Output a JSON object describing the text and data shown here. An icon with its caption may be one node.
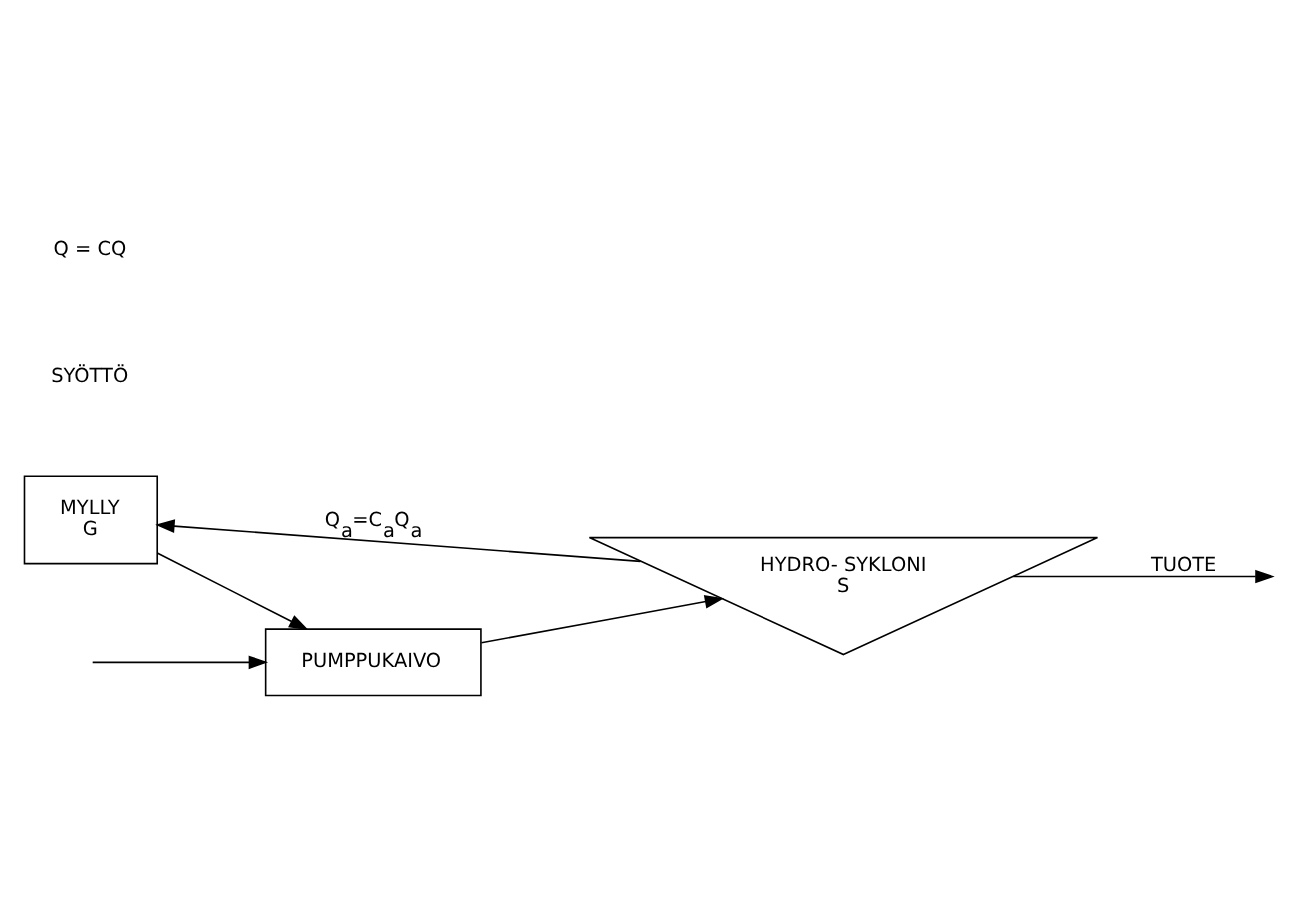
{
  "diagram": {
    "nodes": [
      {
        "text": [
          "MYLLY",
          "G"
        ]
      },
      {
        "text": [
          "HYDRO- SYKLONI",
          "S"
        ]
      },
      {
        "text": [
          "PUMPPUKAIVO"
        ]
      }
    ],
    "edges": [
      {
        "from": null,
        "to": 2,
        "arrow": "to"
      },
      {
        "from": 0,
        "to": 2,
        "arrow": "to"
      },
      {
        "from": 2,
        "to": 1,
        "arrow": "to"
      },
      {
        "from": 1,
        "to": 0,
        "arrow": "to",
        "label": "Q$_{a}$=C$_{a}$Q$_{a}$"
      },
      {
        "from": 1,
        "to": null,
        "arrow": "to",
        "label": "TUOTE"
      }
    ],
    "labels": [
      "SYÖTTÖ",
      "Q = CQ"
    ]
  }
}
